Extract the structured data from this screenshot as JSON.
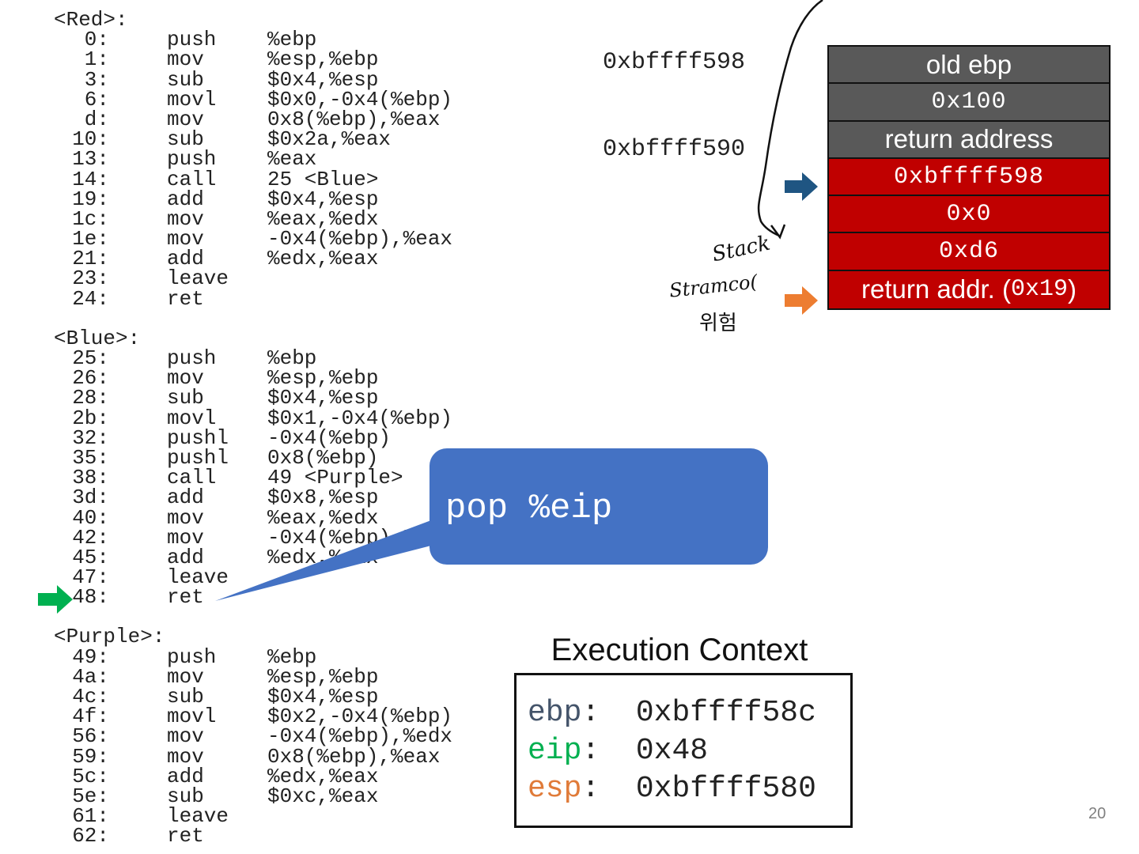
{
  "code": {
    "functions": [
      {
        "header": "<Red>:",
        "lines": [
          {
            "addr": "0:",
            "op": "push",
            "arg": "%ebp"
          },
          {
            "addr": "1:",
            "op": "mov",
            "arg": "%esp,%ebp"
          },
          {
            "addr": "3:",
            "op": "sub",
            "arg": "$0x4,%esp"
          },
          {
            "addr": "6:",
            "op": "movl",
            "arg": "$0x0,-0x4(%ebp)"
          },
          {
            "addr": "d:",
            "op": "mov",
            "arg": "0x8(%ebp),%eax"
          },
          {
            "addr": "10:",
            "op": "sub",
            "arg": "$0x2a,%eax"
          },
          {
            "addr": "13:",
            "op": "push",
            "arg": "%eax"
          },
          {
            "addr": "14:",
            "op": "call",
            "arg": "25 <Blue>"
          },
          {
            "addr": "19:",
            "op": "add",
            "arg": "$0x4,%esp"
          },
          {
            "addr": "1c:",
            "op": "mov",
            "arg": "%eax,%edx"
          },
          {
            "addr": "1e:",
            "op": "mov",
            "arg": "-0x4(%ebp),%eax"
          },
          {
            "addr": "21:",
            "op": "add",
            "arg": "%edx,%eax"
          },
          {
            "addr": "23:",
            "op": "leave",
            "arg": ""
          },
          {
            "addr": "24:",
            "op": "ret",
            "arg": ""
          }
        ]
      },
      {
        "header": "<Blue>:",
        "lines": [
          {
            "addr": "25:",
            "op": "push",
            "arg": "%ebp"
          },
          {
            "addr": "26:",
            "op": "mov",
            "arg": "%esp,%ebp"
          },
          {
            "addr": "28:",
            "op": "sub",
            "arg": "$0x4,%esp"
          },
          {
            "addr": "2b:",
            "op": "movl",
            "arg": "$0x1,-0x4(%ebp)"
          },
          {
            "addr": "32:",
            "op": "pushl",
            "arg": "-0x4(%ebp)"
          },
          {
            "addr": "35:",
            "op": "pushl",
            "arg": "0x8(%ebp)"
          },
          {
            "addr": "38:",
            "op": "call",
            "arg": "49 <Purple>"
          },
          {
            "addr": "3d:",
            "op": "add",
            "arg": "$0x8,%esp"
          },
          {
            "addr": "40:",
            "op": "mov",
            "arg": "%eax,%edx"
          },
          {
            "addr": "42:",
            "op": "mov",
            "arg": "-0x4(%ebp),%eax"
          },
          {
            "addr": "45:",
            "op": "add",
            "arg": "%edx,%eax"
          },
          {
            "addr": "47:",
            "op": "leave",
            "arg": ""
          },
          {
            "addr": "48:",
            "op": "ret",
            "arg": ""
          }
        ]
      },
      {
        "header": "<Purple>:",
        "lines": [
          {
            "addr": "49:",
            "op": "push",
            "arg": "%ebp"
          },
          {
            "addr": "4a:",
            "op": "mov",
            "arg": "%esp,%ebp"
          },
          {
            "addr": "4c:",
            "op": "sub",
            "arg": "$0x4,%esp"
          },
          {
            "addr": "4f:",
            "op": "movl",
            "arg": "$0x2,-0x4(%ebp)"
          },
          {
            "addr": "56:",
            "op": "mov",
            "arg": "-0x4(%ebp),%edx"
          },
          {
            "addr": "59:",
            "op": "mov",
            "arg": "0x8(%ebp),%eax"
          },
          {
            "addr": "5c:",
            "op": "add",
            "arg": "%edx,%eax"
          },
          {
            "addr": "5e:",
            "op": "sub",
            "arg": "$0xc,%eax"
          },
          {
            "addr": "61:",
            "op": "leave",
            "arg": ""
          },
          {
            "addr": "62:",
            "op": "ret",
            "arg": ""
          }
        ]
      }
    ]
  },
  "stack": {
    "addr_labels": [
      "0xbffff598",
      "0xbffff590"
    ],
    "cells": [
      {
        "text": "old ebp",
        "style": "dark",
        "font": "sans"
      },
      {
        "text": "0x100",
        "style": "dark",
        "font": "mono"
      },
      {
        "text": "return address",
        "style": "dark",
        "font": "sans"
      },
      {
        "text": "0xbffff598",
        "style": "red",
        "font": "mono"
      },
      {
        "text": "0x0",
        "style": "red",
        "font": "mono"
      },
      {
        "text": "0xd6",
        "style": "red",
        "font": "mono"
      },
      {
        "text": "return addr. (",
        "mono_part": "0x19",
        "suffix": ")",
        "style": "red",
        "font": "mixed"
      }
    ]
  },
  "callout": {
    "text": "pop %eip"
  },
  "handwriting": {
    "lines": [
      "Stack",
      "Stramco(",
      "위험"
    ]
  },
  "execution_context": {
    "title": "Execution Context",
    "registers": [
      {
        "name": "ebp",
        "value": "0xbffff58c"
      },
      {
        "name": "eip",
        "value": "0x48"
      },
      {
        "name": "esp",
        "value": "0xbffff580"
      }
    ]
  },
  "page_number": "20",
  "colors": {
    "stack_dark": "#595959",
    "stack_red": "#c00000",
    "callout_blue": "#4472c4",
    "ebp_arrow": "#1f5582",
    "esp_arrow": "#ed7d31",
    "eip_arrow": "#00b050"
  }
}
